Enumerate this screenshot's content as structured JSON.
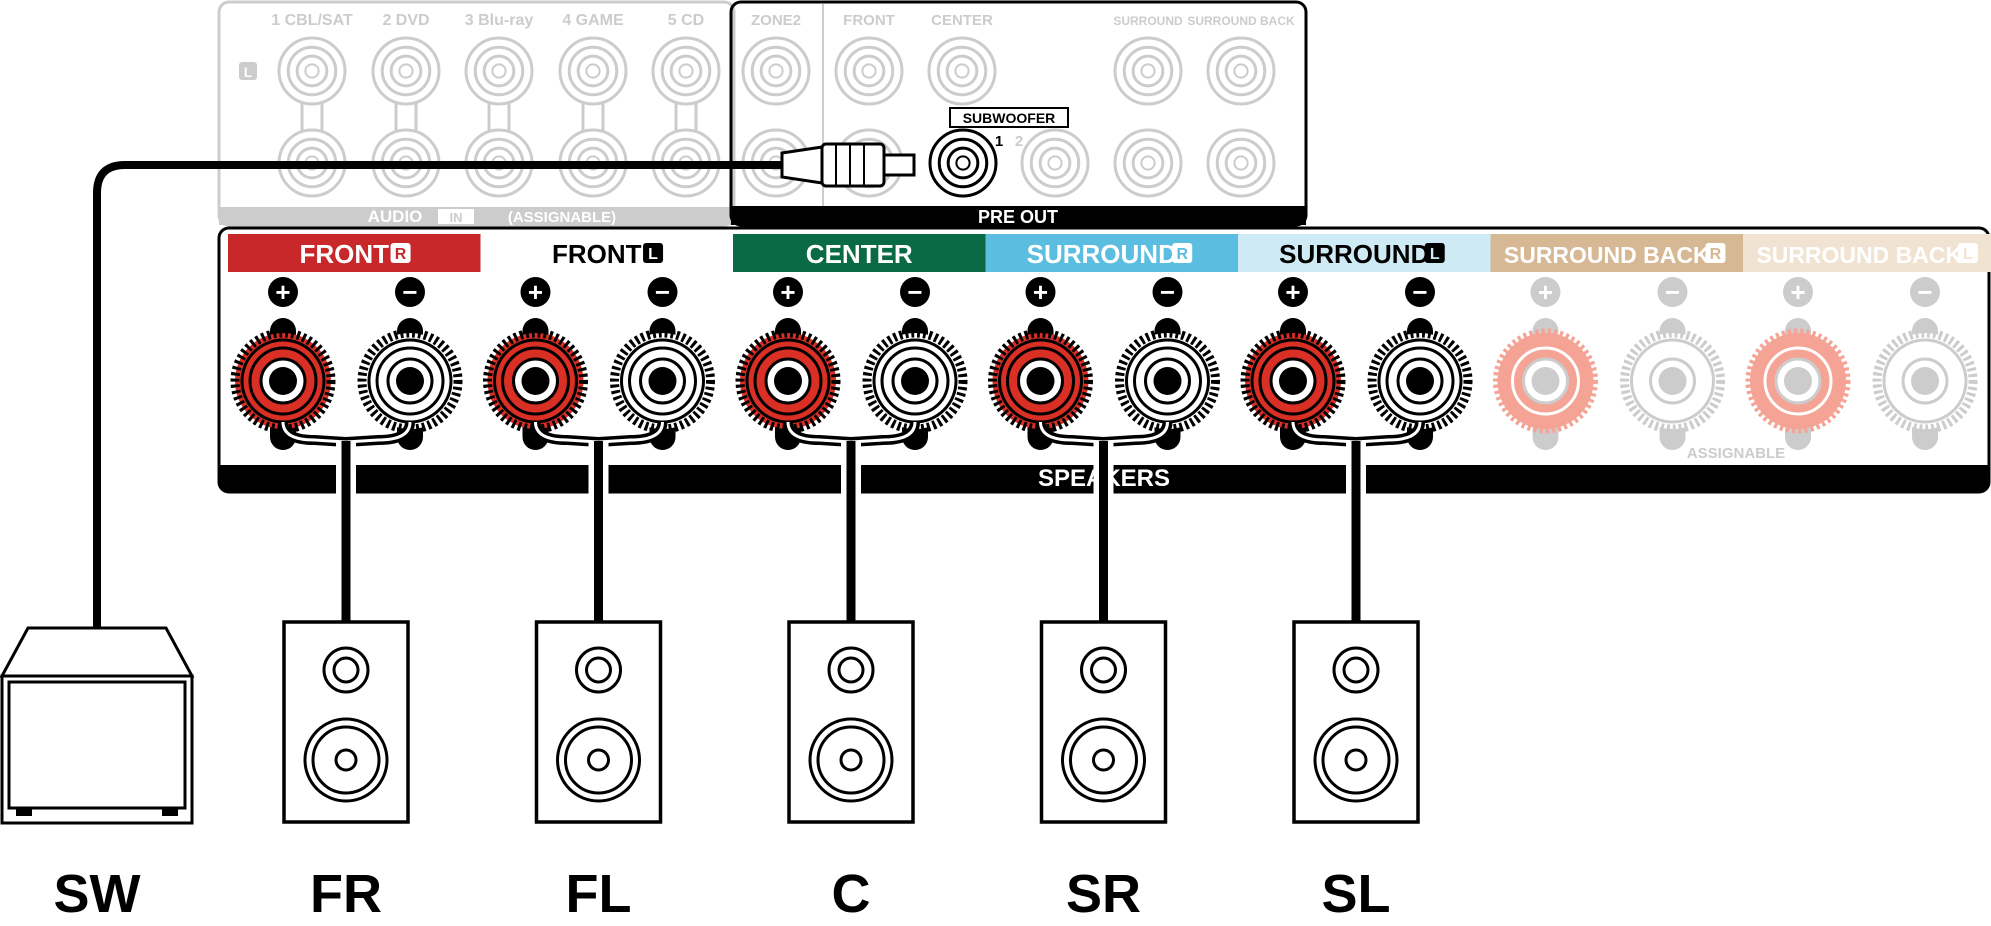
{
  "audio_in": {
    "jacks": [
      {
        "label": "1 CBL/SAT"
      },
      {
        "label": "2 DVD"
      },
      {
        "label": "3 Blu-ray"
      },
      {
        "label": "4 GAME"
      },
      {
        "label": "5 CD"
      }
    ],
    "side_marker": "L",
    "footer_audio": "AUDIO",
    "footer_in": "IN",
    "footer_assignable": "(ASSIGNABLE)"
  },
  "pre_out": {
    "labels": {
      "zone2": "ZONE2",
      "front": "FRONT",
      "center": "CENTER",
      "surround": "SURROUND",
      "surround_back": "SURROUND BACK"
    },
    "subwoofer_label": "SUBWOOFER",
    "sub1": "1",
    "sub2": "2",
    "footer": "PRE OUT"
  },
  "speakers": {
    "footer": "SPEAKERS",
    "assignable": "ASSIGNABLE",
    "plus_symbol": "+",
    "minus_symbol": "−",
    "channels": [
      {
        "name": "FRONT",
        "side": "R",
        "color": "#c8282a",
        "active": true
      },
      {
        "name": "FRONT",
        "side": "L",
        "color": "#ffffff",
        "active": true
      },
      {
        "name": "CENTER",
        "side": "",
        "color": "#0a6a45",
        "active": true
      },
      {
        "name": "SURROUND",
        "side": "R",
        "color": "#5bbde0",
        "active": true
      },
      {
        "name": "SURROUND",
        "side": "L",
        "color": "#cdeaf5",
        "active": true
      },
      {
        "name": "SURROUND BACK",
        "side": "R",
        "color": "#d6b895",
        "active": false
      },
      {
        "name": "SURROUND BACK",
        "side": "L",
        "color": "#f1e3d1",
        "active": false
      }
    ]
  },
  "speaker_units": [
    {
      "label": "SW"
    },
    {
      "label": "FR"
    },
    {
      "label": "FL"
    },
    {
      "label": "C"
    },
    {
      "label": "SR"
    },
    {
      "label": "SL"
    }
  ],
  "colors": {
    "terminal_red": "#d92f25",
    "inactive_red": "#f4a394",
    "panel_border": "#000000",
    "faded_gray": "#cccccc"
  }
}
